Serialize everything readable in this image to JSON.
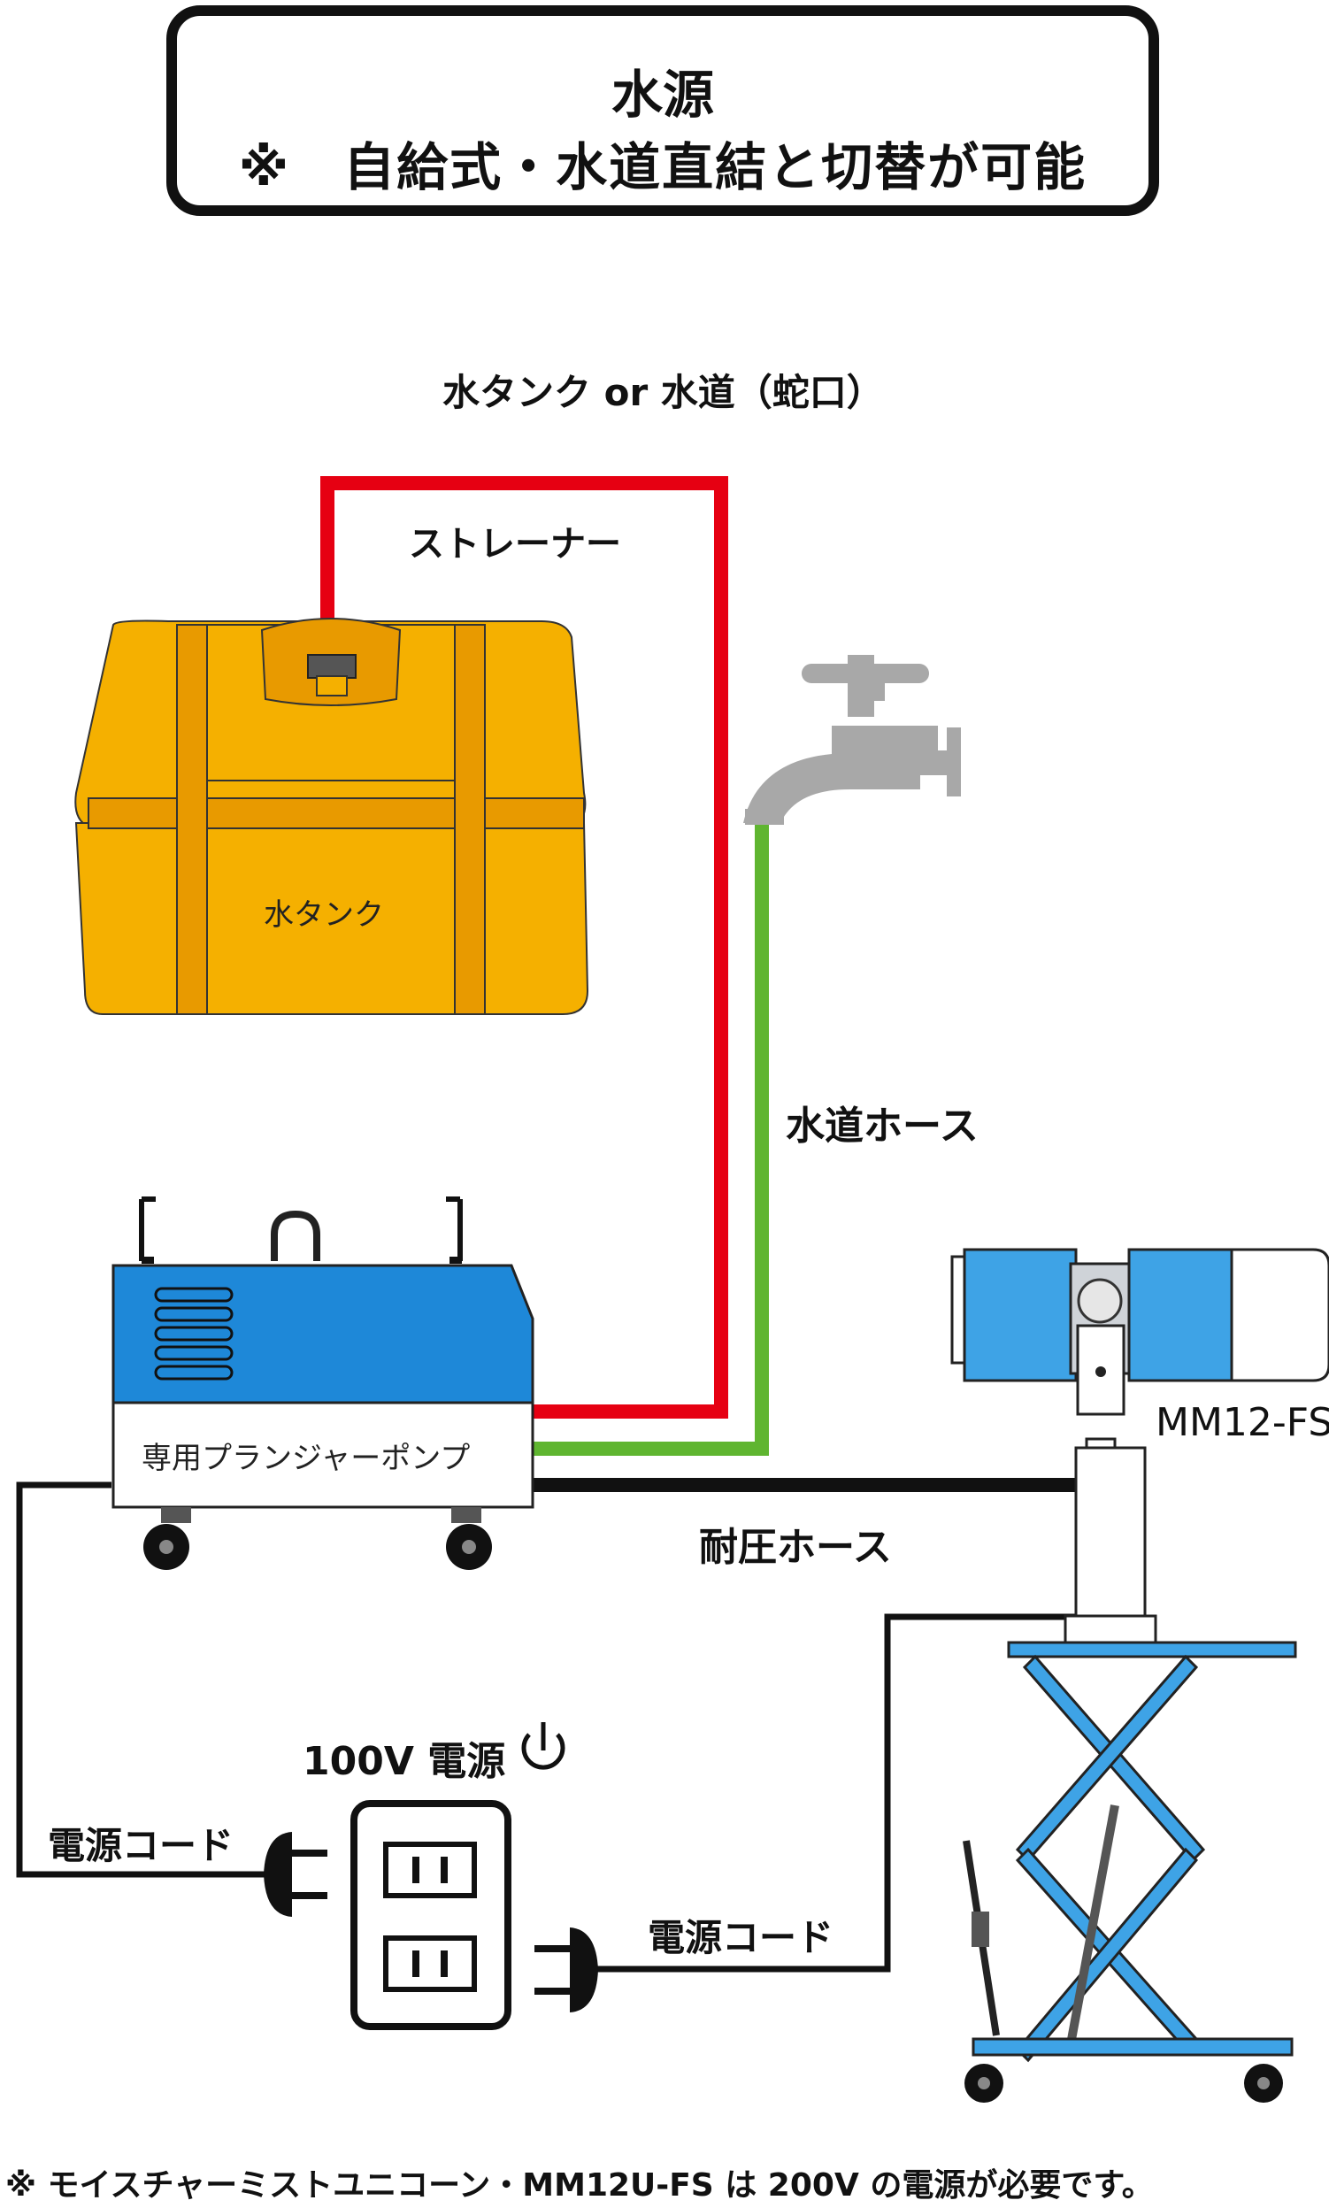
{
  "title": {
    "line1": "水源",
    "line2": "※　自給式・水道直結と切替が可能"
  },
  "labels": {
    "water_source": "水タンク or 水道（蛇口）",
    "strainer": "ストレーナー",
    "water_tank": "水タンク",
    "water_hose": "水道ホース",
    "pump": "専用プランジャーポンプ",
    "model": "MM12-FS",
    "pressure_hose": "耐圧ホース",
    "power_100v": "100V 電源",
    "power_cord_left": "電源コード",
    "power_cord_right": "電源コード"
  },
  "footnote": "※  モイスチャーミストユニコーン・MM12U-FS は 200V の電源が必要です。",
  "colors": {
    "strainer_line": "#e60012",
    "water_hose_line": "#5fb530",
    "black_line": "#111111",
    "tank": "#f5b000",
    "tank_dark": "#e89a00",
    "pump_blue": "#1e88d8",
    "lift_blue": "#3ea3e6",
    "faucet_gray": "#a8a8a8"
  },
  "icons": [
    "power-icon",
    "faucet-icon",
    "water-tank-icon",
    "pump-icon",
    "mist-fan-icon",
    "scissor-lift-icon",
    "outlet-icon",
    "plug-icon"
  ]
}
